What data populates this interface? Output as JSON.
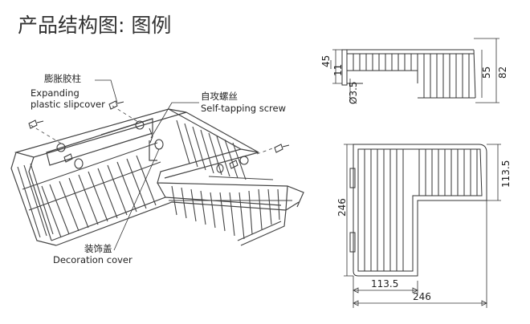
{
  "title": "产品结构图: 图例",
  "labels": {
    "expanding_cn": "膨胀胶柱",
    "expanding_en_1": "Expanding",
    "expanding_en_2": "plastic slipcover",
    "screw_cn": "自攻螺丝",
    "screw_en": "Self-tapping screw",
    "cover_cn": "装饰盖",
    "cover_en": "Decoration cover"
  },
  "side_view": {
    "dim_45": "45",
    "dim_11": "11",
    "dim_55": "55",
    "dim_82": "82",
    "dim_hole": "Ø3.5"
  },
  "top_view": {
    "dim_246_vertical": "246",
    "dim_113_5_vertical": "113.5",
    "dim_113_5_horizontal": "113.5",
    "dim_246_horizontal": "246"
  }
}
